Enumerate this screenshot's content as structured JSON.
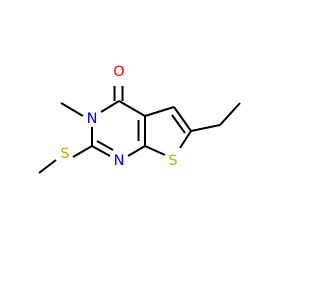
{
  "molecule": {
    "atoms": {
      "oxygen": {
        "text": "O",
        "color": "#ff0000"
      },
      "n_methyl": {
        "text": "N",
        "color": "#0000ff"
      },
      "n_ring": {
        "text": "N",
        "color": "#0000ff"
      },
      "s_thioether": {
        "text": "S",
        "color": "#b2b200"
      },
      "s_ring": {
        "text": "S",
        "color": "#b2b200"
      }
    },
    "bond_color": "#000000"
  }
}
